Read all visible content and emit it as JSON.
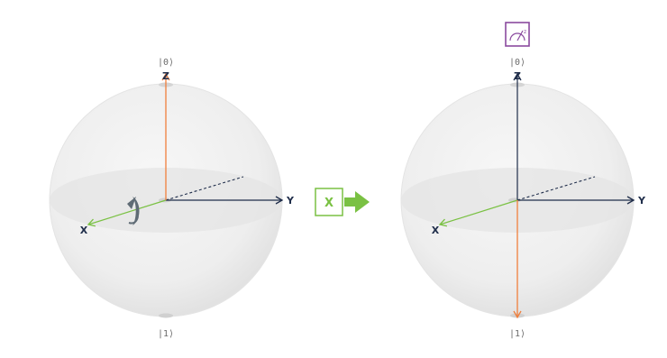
{
  "left_sphere": {
    "ket_top": "|0⟩",
    "ket_bottom": "|1⟩",
    "axis_z": "Z",
    "axis_y": "Y",
    "axis_x": "X"
  },
  "gate": {
    "label": "X"
  },
  "right_sphere": {
    "ket_top": "|0⟩",
    "ket_bottom": "|1⟩",
    "axis_z": "Z",
    "axis_y": "Y",
    "axis_x": "X",
    "icon": "measurement-icon"
  },
  "colors": {
    "state_vector": "#f07f3c",
    "x_axis": "#7ac143",
    "axes": "#1f2d4a",
    "measurement": "#8a4a9e",
    "rotation_arrow": "#5f6b75"
  }
}
